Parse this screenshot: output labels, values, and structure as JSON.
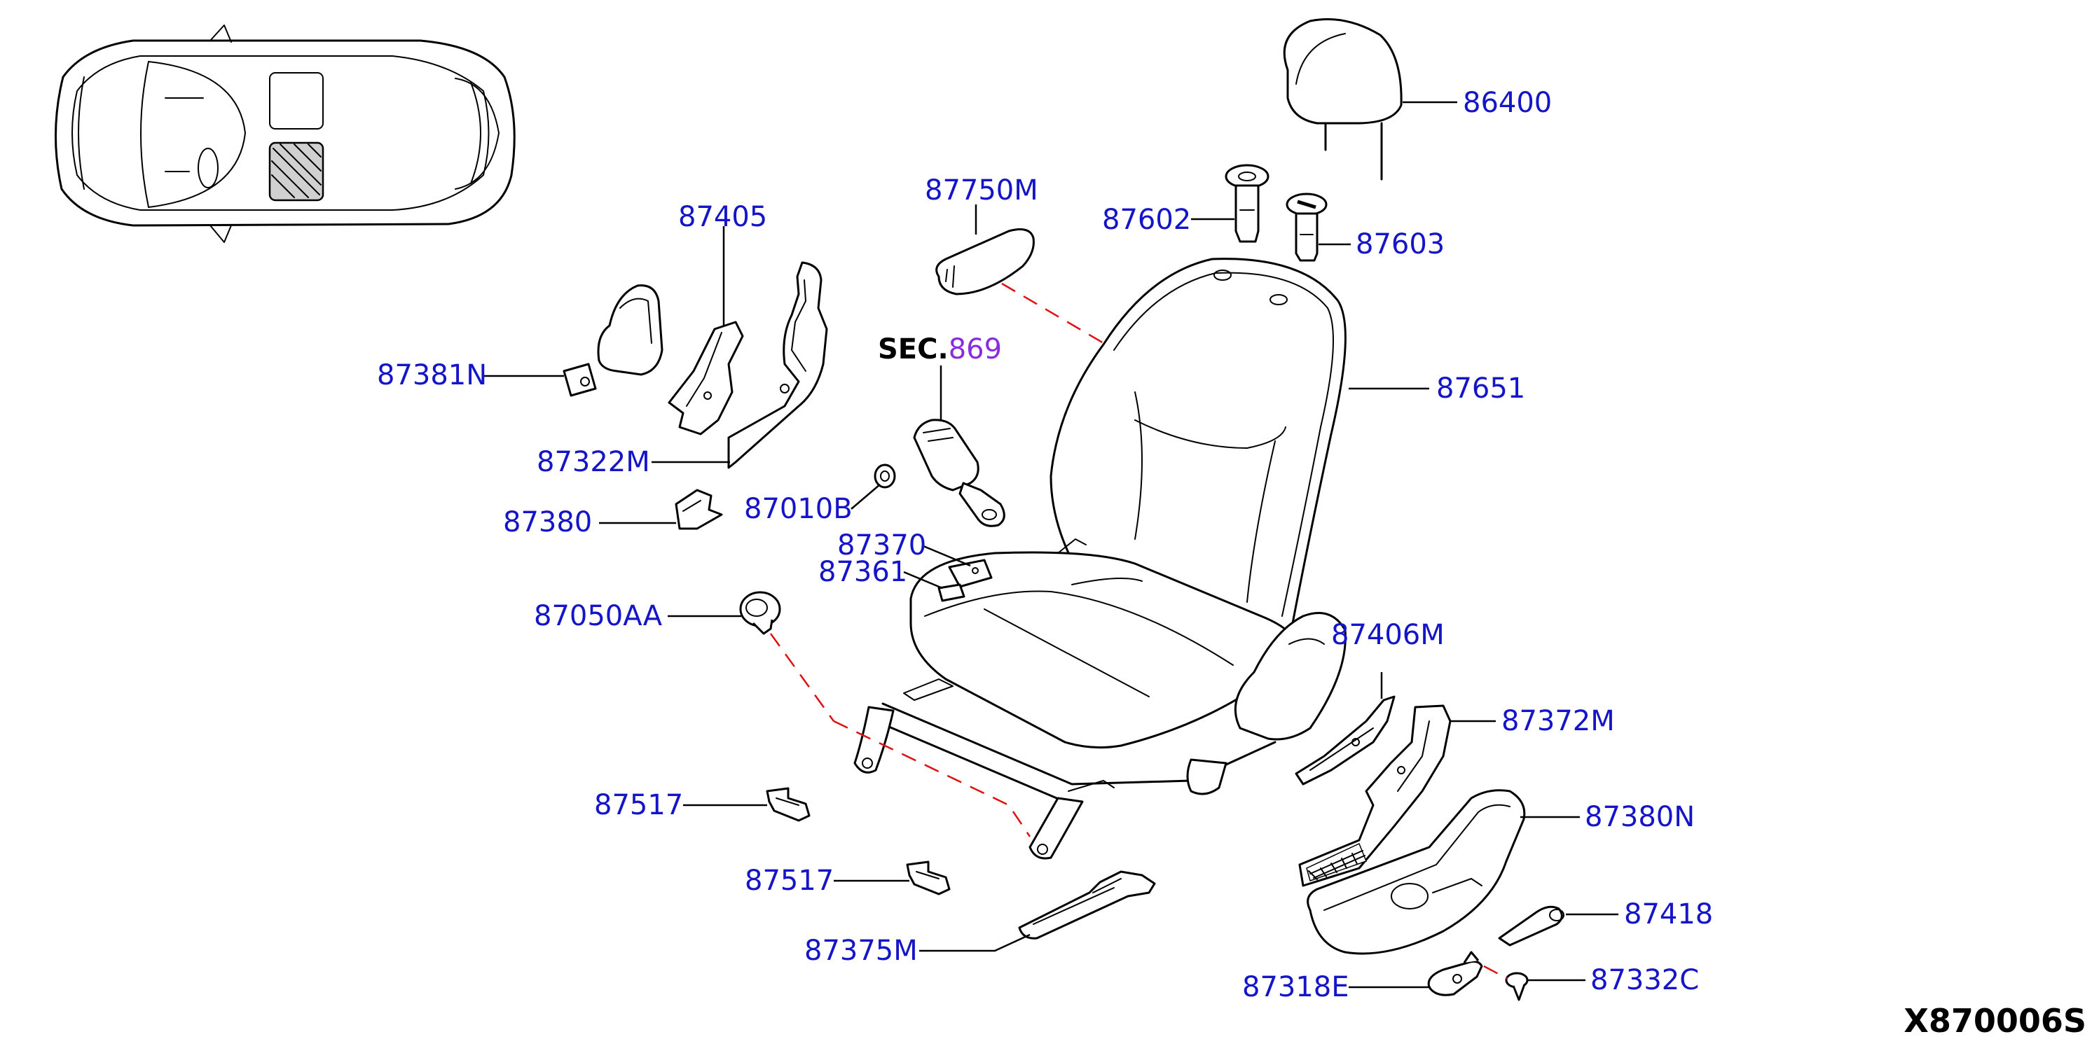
{
  "diagram": {
    "id": "X870006S",
    "section_reference": {
      "prefix": "SEC.",
      "number": "869"
    },
    "colors": {
      "label": "#1414c8",
      "section_number": "#8a2be2",
      "dashed_link": "#e01010",
      "line": "#000000"
    },
    "parts": {
      "p86400": "86400",
      "p87750M": "87750M",
      "p87602": "87602",
      "p87603": "87603",
      "p87405": "87405",
      "p87651": "87651",
      "p87381N": "87381N",
      "p87322M": "87322M",
      "p87380": "87380",
      "p87010B": "87010B",
      "p87370": "87370",
      "p87361": "87361",
      "p87050AA": "87050AA",
      "p87406M": "87406M",
      "p87372M": "87372M",
      "p87517a": "87517",
      "p87380N": "87380N",
      "p87517b": "87517",
      "p87418": "87418",
      "p87375M": "87375M",
      "p87318E": "87318E",
      "p87332C": "87332C"
    }
  }
}
